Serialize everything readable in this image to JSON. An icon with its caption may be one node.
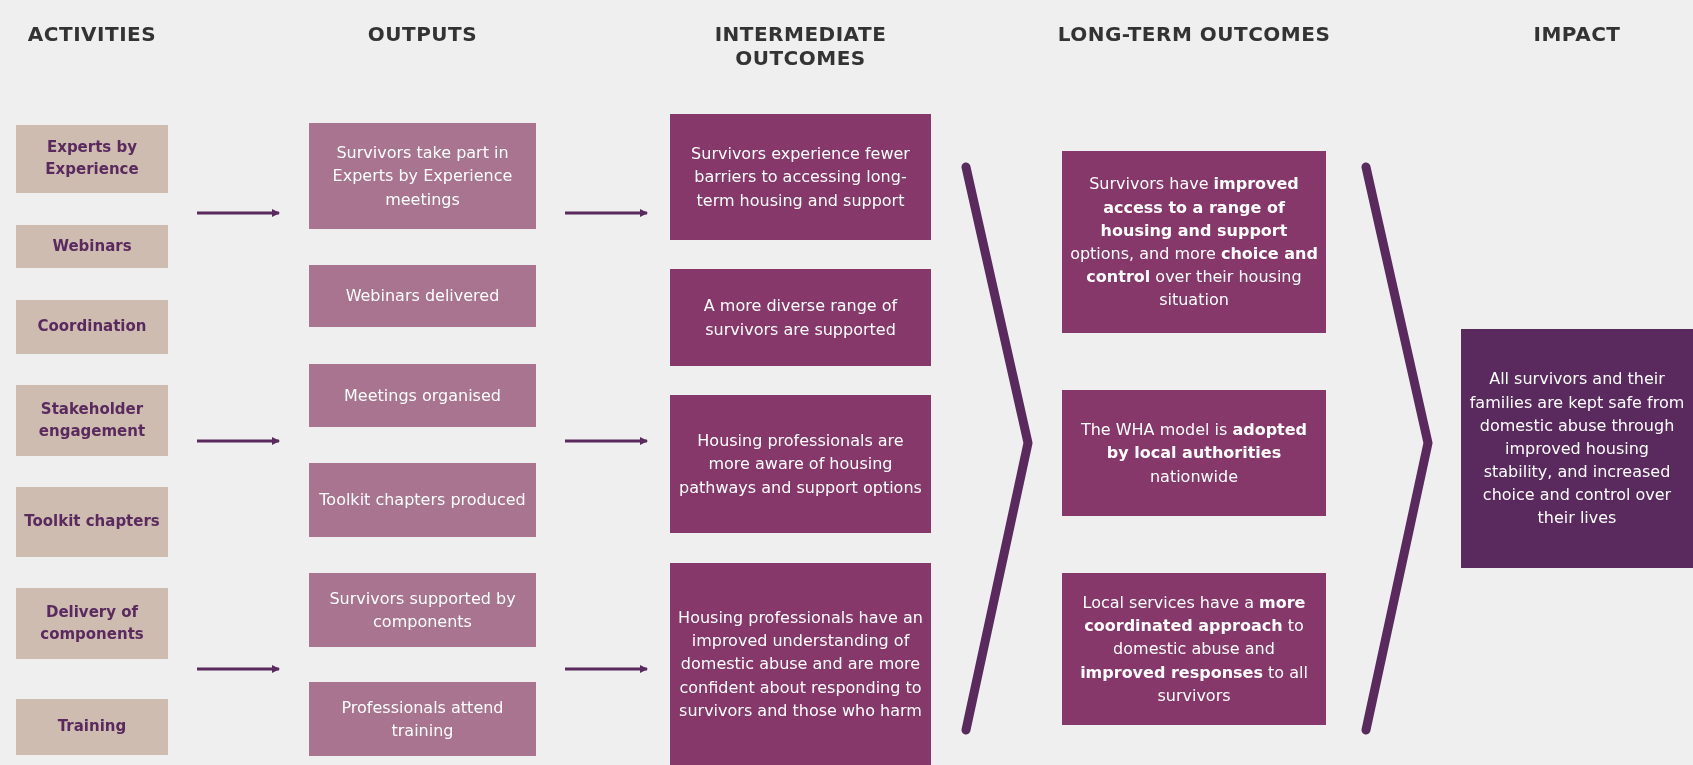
{
  "diagram": {
    "nodes": [
      {
        "text": [
          "Experts by Experience"
        ]
      },
      {
        "text": [
          "Webinars"
        ]
      },
      {
        "text": [
          "Coordination"
        ]
      },
      {
        "text": [
          "Stakeholder engagement"
        ]
      },
      {
        "text": [
          "Toolkit chapters"
        ]
      },
      {
        "text": [
          "Delivery of components"
        ]
      },
      {
        "text": [
          "Training"
        ]
      },
      {
        "text": [
          "Survivors take part in Experts by Experience meetings"
        ]
      },
      {
        "text": [
          "Webinars delivered"
        ]
      },
      {
        "text": [
          "Meetings organised"
        ]
      },
      {
        "text": [
          "Toolkit chapters produced"
        ]
      },
      {
        "text": [
          "Survivors supported by components"
        ]
      },
      {
        "text": [
          "Professionals attend training"
        ]
      },
      {
        "text": [
          "Survivors experience fewer barriers to accessing long-term housing and support"
        ]
      },
      {
        "text": [
          "A more diverse range of survivors are supported"
        ]
      },
      {
        "text": [
          "Housing professionals are more aware of housing pathways and support options"
        ]
      },
      {
        "text": [
          "Housing professionals have an improved understanding of domestic abuse and are more confident  about responding to survivors and those who harm"
        ]
      },
      {
        "text": [
          "Survivors have  **improved access to a range of housing and support** options, and more **choice and control** over their housing situation"
        ]
      },
      {
        "text": [
          "The WHA model  is **adopted by local authorities** nationwide"
        ]
      },
      {
        "text": [
          "Local services have a **more coordinated approach** to domestic abuse and **improved responses** to all survivors"
        ]
      },
      {
        "text": [
          "All survivors and their families are kept safe from domestic abuse through improved housing stability, and increased choice and control over their lives"
        ]
      }
    ],
    "labels": [
      "ACTIVITIES",
      "OUTPUTS",
      "INTERMEDIATE OUTCOMES",
      "LONG-TERM OUTCOMES",
      "IMPACT"
    ]
  }
}
